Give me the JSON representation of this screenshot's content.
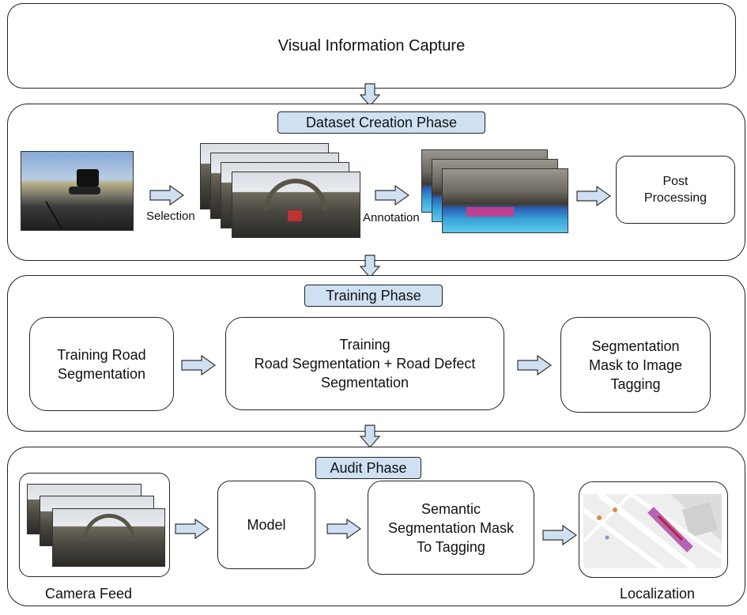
{
  "top": {
    "title": "Visual Information Capture"
  },
  "dataset": {
    "title": "Dataset Creation Phase",
    "selection": "Selection",
    "annotation": "Annotation",
    "post": "Post Processing"
  },
  "training": {
    "title": "Training Phase",
    "box1": "Training Road Segmentation",
    "box2_line1": "Training",
    "box2_line2": "Road Segmentation + Road Defect Segmentation",
    "box3": "Segmentation Mask to Image Tagging"
  },
  "audit": {
    "title": "Audit Phase",
    "model": "Model",
    "semantic": "Semantic Segmentation Mask To Tagging",
    "camera_feed": "Camera Feed",
    "localization": "Localization"
  },
  "colors": {
    "tag_fill": "#cfe0f3",
    "arrow_fill": "#cfe0f3",
    "stroke": "#222222",
    "map_route": "#b565b5"
  }
}
